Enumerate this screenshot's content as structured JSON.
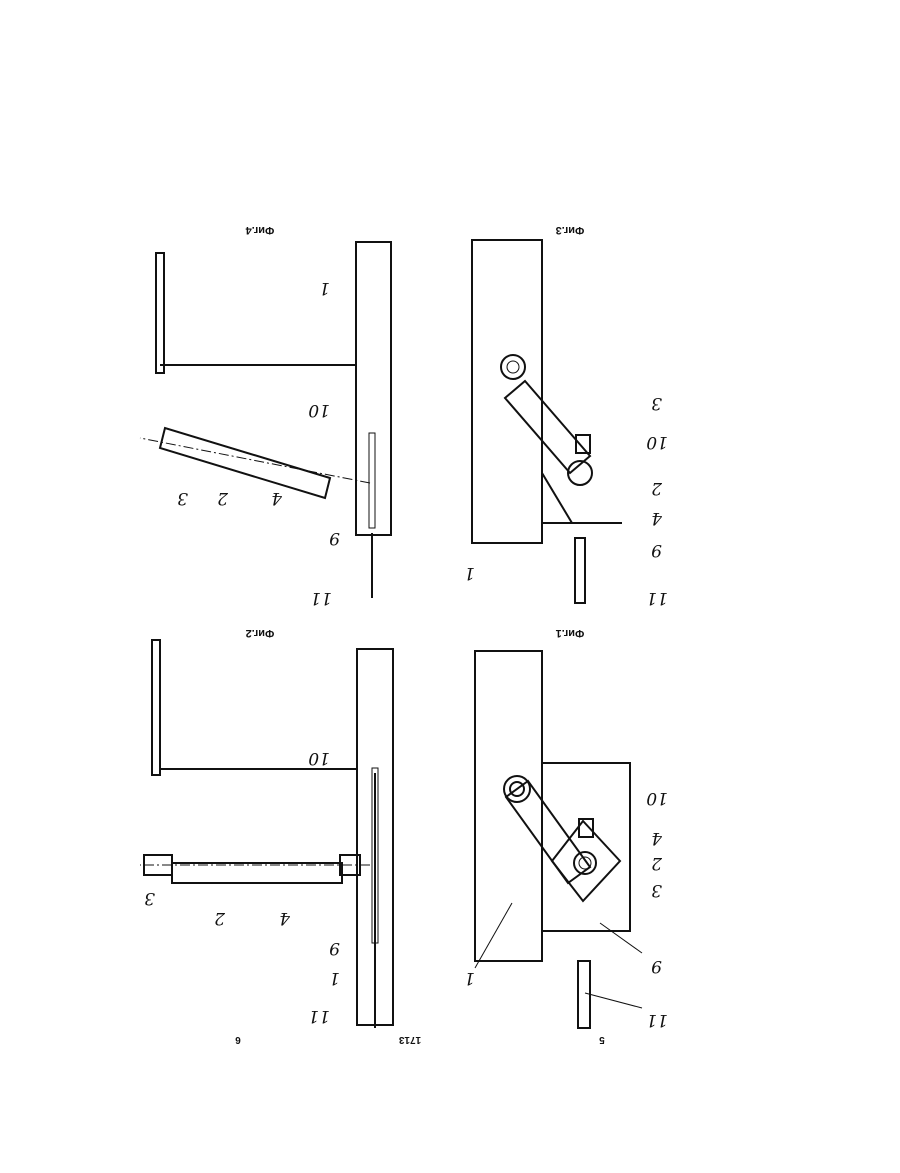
{
  "page": {
    "numbers": {
      "left": "5",
      "center": "1713",
      "right": "6"
    }
  },
  "figures": {
    "fig1": {
      "caption": "Фиг.1",
      "labels": {
        "l1": "1",
        "l2": "2",
        "l3": "3",
        "l4": "4",
        "l9": "9",
        "l10": "10",
        "l11": "11"
      }
    },
    "fig2": {
      "caption": "Фиг.2",
      "labels": {
        "l1": "1",
        "l2": "2",
        "l3": "3",
        "l4": "4",
        "l9": "9",
        "l10": "10",
        "l11": "11"
      }
    },
    "fig3": {
      "caption": "Фиг.3",
      "labels": {
        "l1": "1",
        "l2": "2",
        "l3": "3",
        "l4": "4",
        "l9": "9",
        "l10": "10",
        "l11": "11"
      }
    },
    "fig4": {
      "caption": "Фиг.4",
      "labels": {
        "l1": "1",
        "l2": "2",
        "l3": "3",
        "l4": "4",
        "l9": "9",
        "l10": "10",
        "l11": "11"
      }
    }
  }
}
